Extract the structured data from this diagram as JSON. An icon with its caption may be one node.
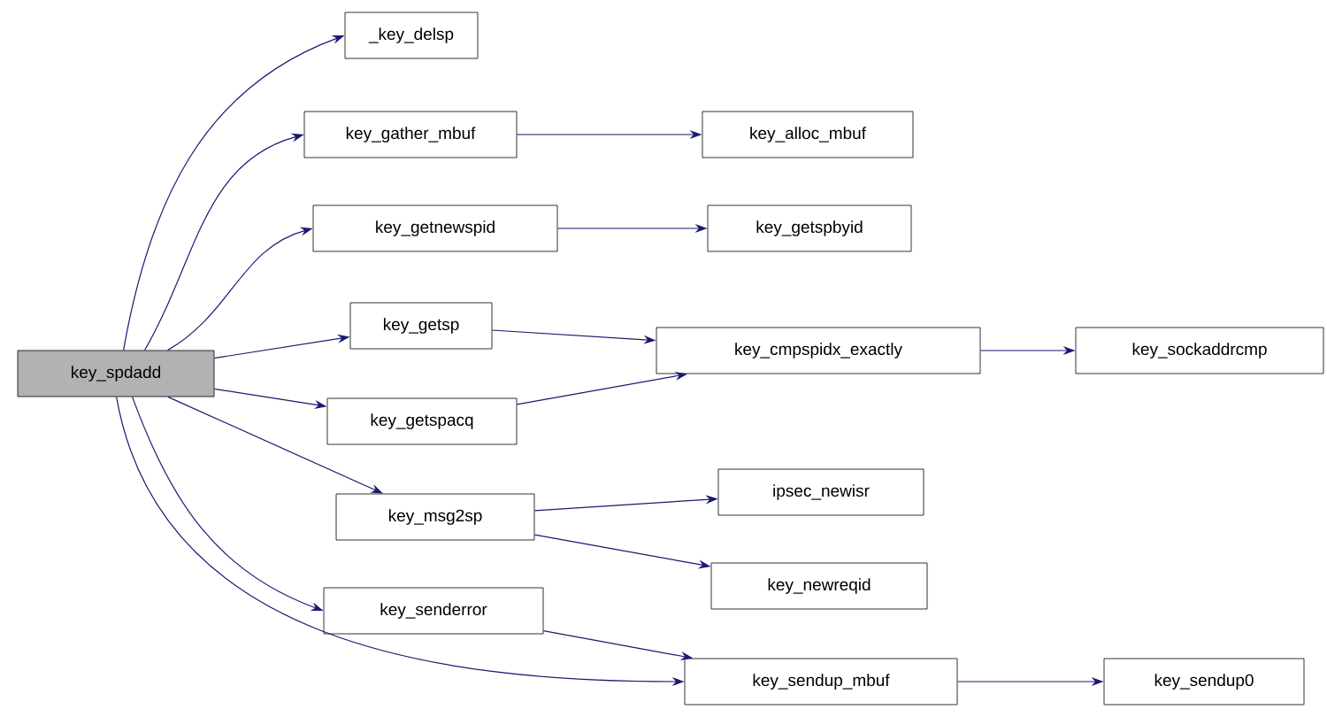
{
  "diagram": {
    "nodes": [
      {
        "text": [
          "key_spdadd"
        ]
      },
      {
        "text": [
          "_key_delsp"
        ]
      },
      {
        "text": [
          "key_gather_mbuf"
        ]
      },
      {
        "text": [
          "key_alloc_mbuf"
        ]
      },
      {
        "text": [
          "key_getnewspid"
        ]
      },
      {
        "text": [
          "key_getspbyid"
        ]
      },
      {
        "text": [
          "key_getsp"
        ]
      },
      {
        "text": [
          "key_cmpspidx_exactly"
        ]
      },
      {
        "text": [
          "key_sockaddrcmp"
        ]
      },
      {
        "text": [
          "key_getspacq"
        ]
      },
      {
        "text": [
          "key_msg2sp"
        ]
      },
      {
        "text": [
          "ipsec_newisr"
        ]
      },
      {
        "text": [
          "key_newreqid"
        ]
      },
      {
        "text": [
          "key_senderror"
        ]
      },
      {
        "text": [
          "key_sendup_mbuf"
        ]
      },
      {
        "text": [
          "key_sendup0"
        ]
      }
    ],
    "edges": [
      {
        "from": 0,
        "to": 1,
        "arrow": "to"
      },
      {
        "from": 0,
        "to": 2,
        "arrow": "to"
      },
      {
        "from": 0,
        "to": 4,
        "arrow": "to"
      },
      {
        "from": 0,
        "to": 6,
        "arrow": "to"
      },
      {
        "from": 0,
        "to": 9,
        "arrow": "to"
      },
      {
        "from": 0,
        "to": 10,
        "arrow": "to"
      },
      {
        "from": 0,
        "to": 13,
        "arrow": "to"
      },
      {
        "from": 0,
        "to": 14,
        "arrow": "to"
      },
      {
        "from": 2,
        "to": 3,
        "arrow": "to"
      },
      {
        "from": 4,
        "to": 5,
        "arrow": "to"
      },
      {
        "from": 6,
        "to": 7,
        "arrow": "to"
      },
      {
        "from": 9,
        "to": 7,
        "arrow": "to"
      },
      {
        "from": 7,
        "to": 8,
        "arrow": "to"
      },
      {
        "from": 10,
        "to": 11,
        "arrow": "to"
      },
      {
        "from": 10,
        "to": 12,
        "arrow": "to"
      },
      {
        "from": 13,
        "to": 14,
        "arrow": "to"
      },
      {
        "from": 14,
        "to": 15,
        "arrow": "to"
      }
    ]
  }
}
